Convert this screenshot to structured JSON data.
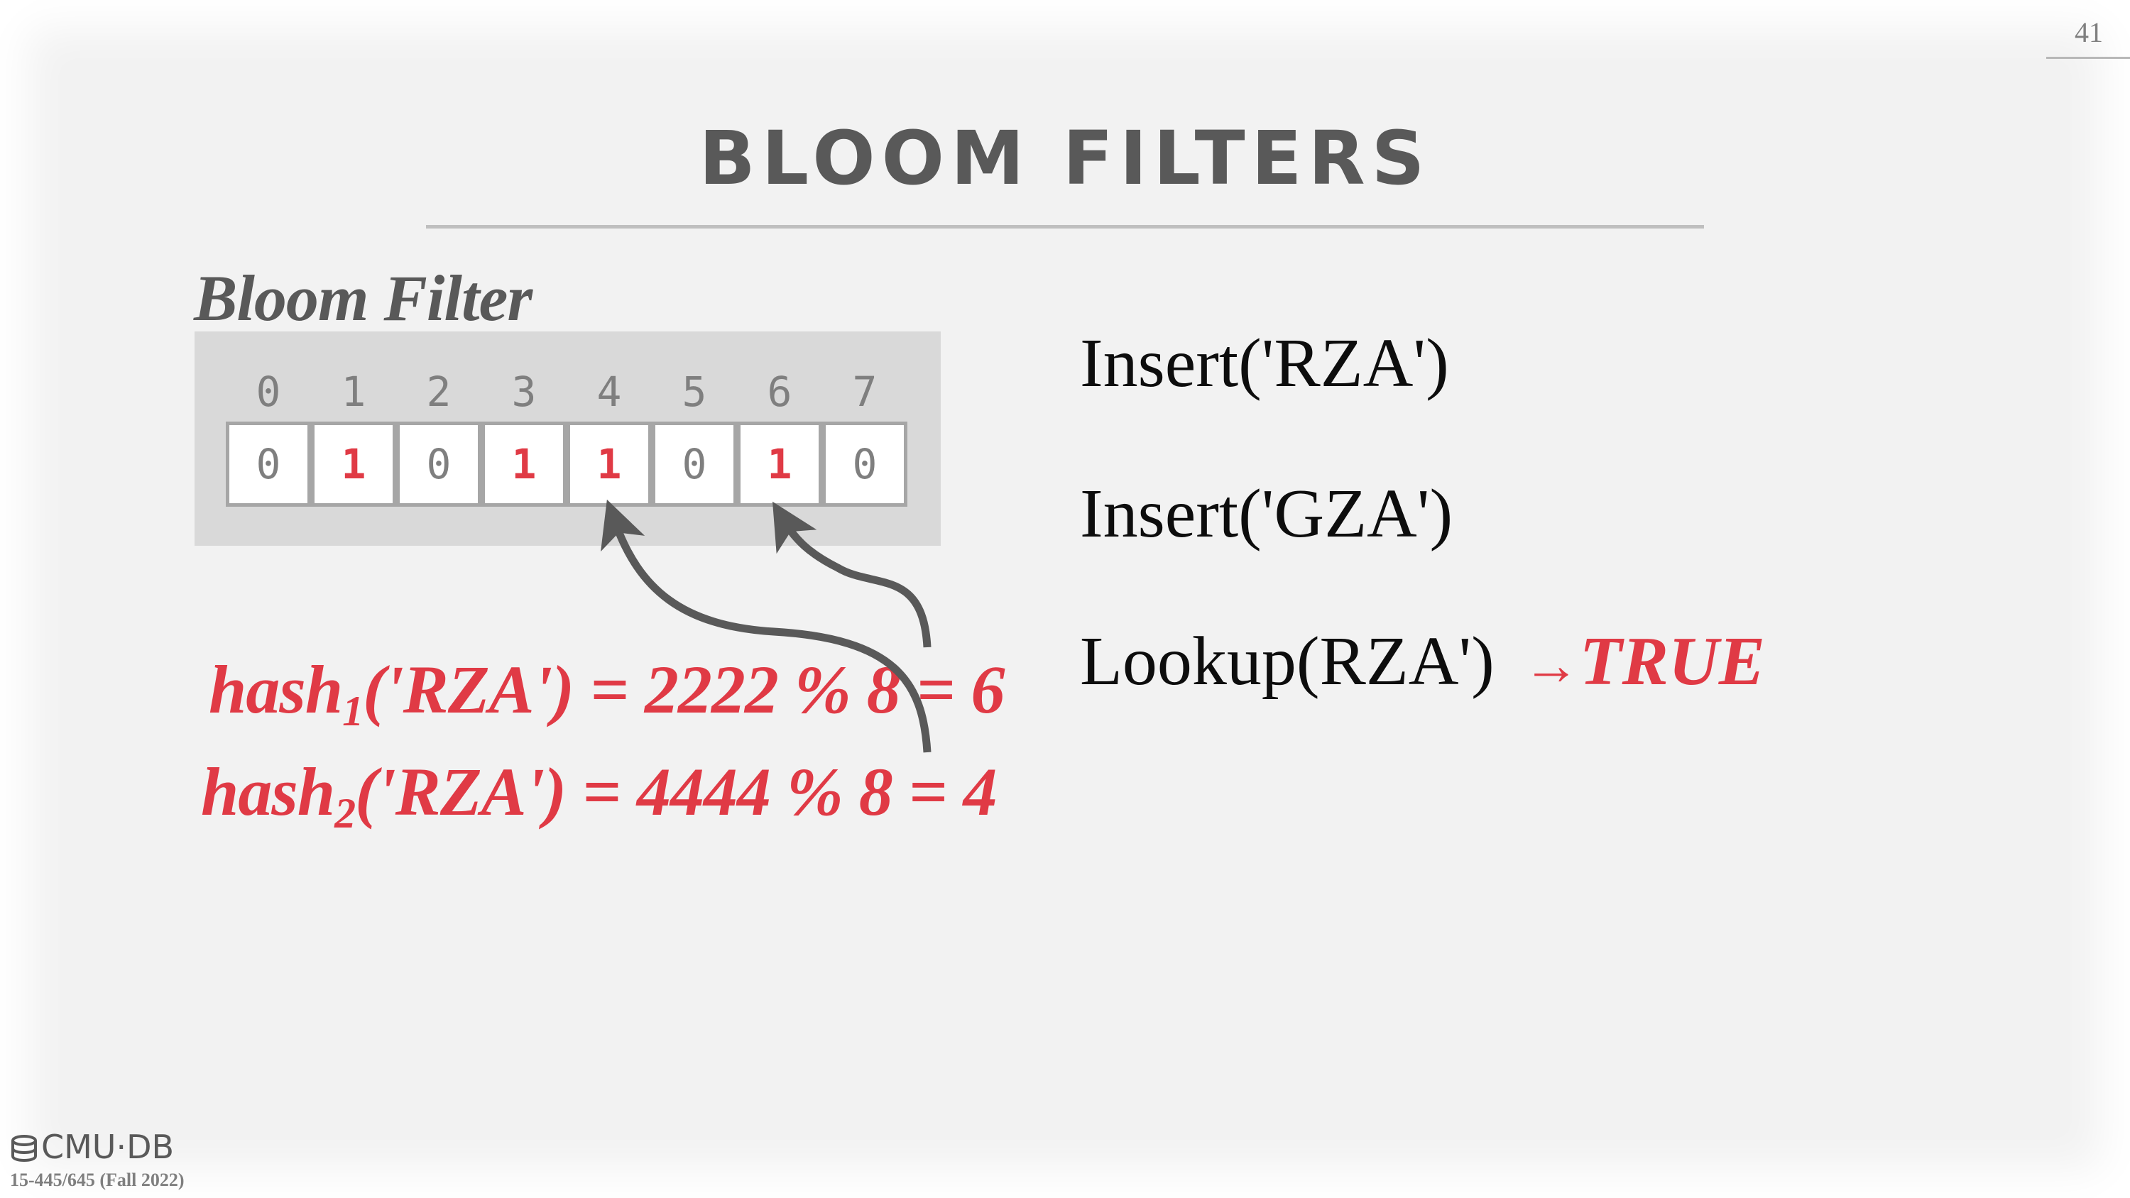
{
  "slide": {
    "number": "41",
    "title": "BLOOM FILTERS"
  },
  "bloom_filter": {
    "label": "Bloom Filter",
    "indices": [
      "0",
      "1",
      "2",
      "3",
      "4",
      "5",
      "6",
      "7"
    ],
    "bits": [
      "0",
      "1",
      "0",
      "1",
      "1",
      "0",
      "1",
      "0"
    ],
    "set_bit_color": "#e03a45"
  },
  "hashes": [
    {
      "fn": "hash",
      "sub": "1",
      "expr": "('RZA') = 2222 % 8 = 6"
    },
    {
      "fn": "hash",
      "sub": "2",
      "expr": "('RZA') = 4444 % 8 = 4"
    }
  ],
  "operations": {
    "insert_rza": "Insert('RZA')",
    "insert_gza": "Insert('GZA')",
    "lookup": "Lookup(RZA')",
    "arrow": "→",
    "result": "TRUE"
  },
  "footer": {
    "logo": "CMU·DB",
    "course": "15-445/645 (Fall 2022)"
  },
  "colors": {
    "accent": "#e03a45",
    "text_gray": "#595959",
    "background": "#f2f2f2"
  }
}
